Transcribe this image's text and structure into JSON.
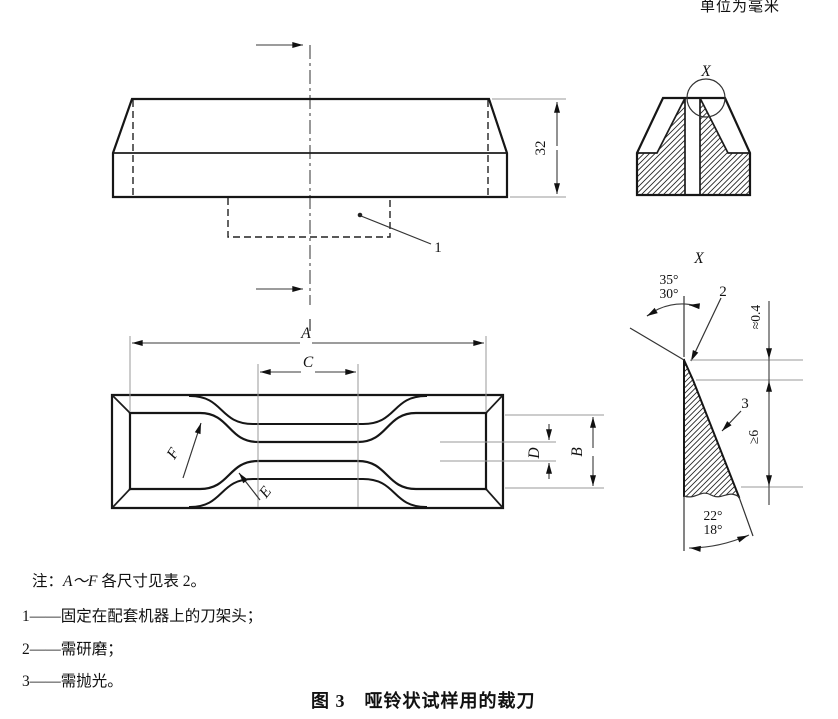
{
  "units_label": "单位为毫米",
  "figure": {
    "caption": "图 3　哑铃状试样用的裁刀"
  },
  "notes": {
    "prefix": "注：",
    "range": "A～F",
    "suffix": " 各尺寸见表 2。",
    "items": [
      "1——固定在配套机器上的刀架头；",
      "2——需研磨；",
      "3——需抛光。"
    ]
  },
  "labels": {
    "a": "A",
    "b": "B",
    "c": "C",
    "d": "D",
    "e": "E",
    "f": "F",
    "x": "X",
    "thickness": "32",
    "part1": "1",
    "part2": "2",
    "part3": "3",
    "angle35": "35°",
    "angle30": "30°",
    "angle22": "22°",
    "angle18": "18°",
    "approx04": "≈0.4",
    "min6": "≥6"
  },
  "colors": {
    "line": "#161616",
    "extension_line": "#999999",
    "background": "#ffffff"
  }
}
